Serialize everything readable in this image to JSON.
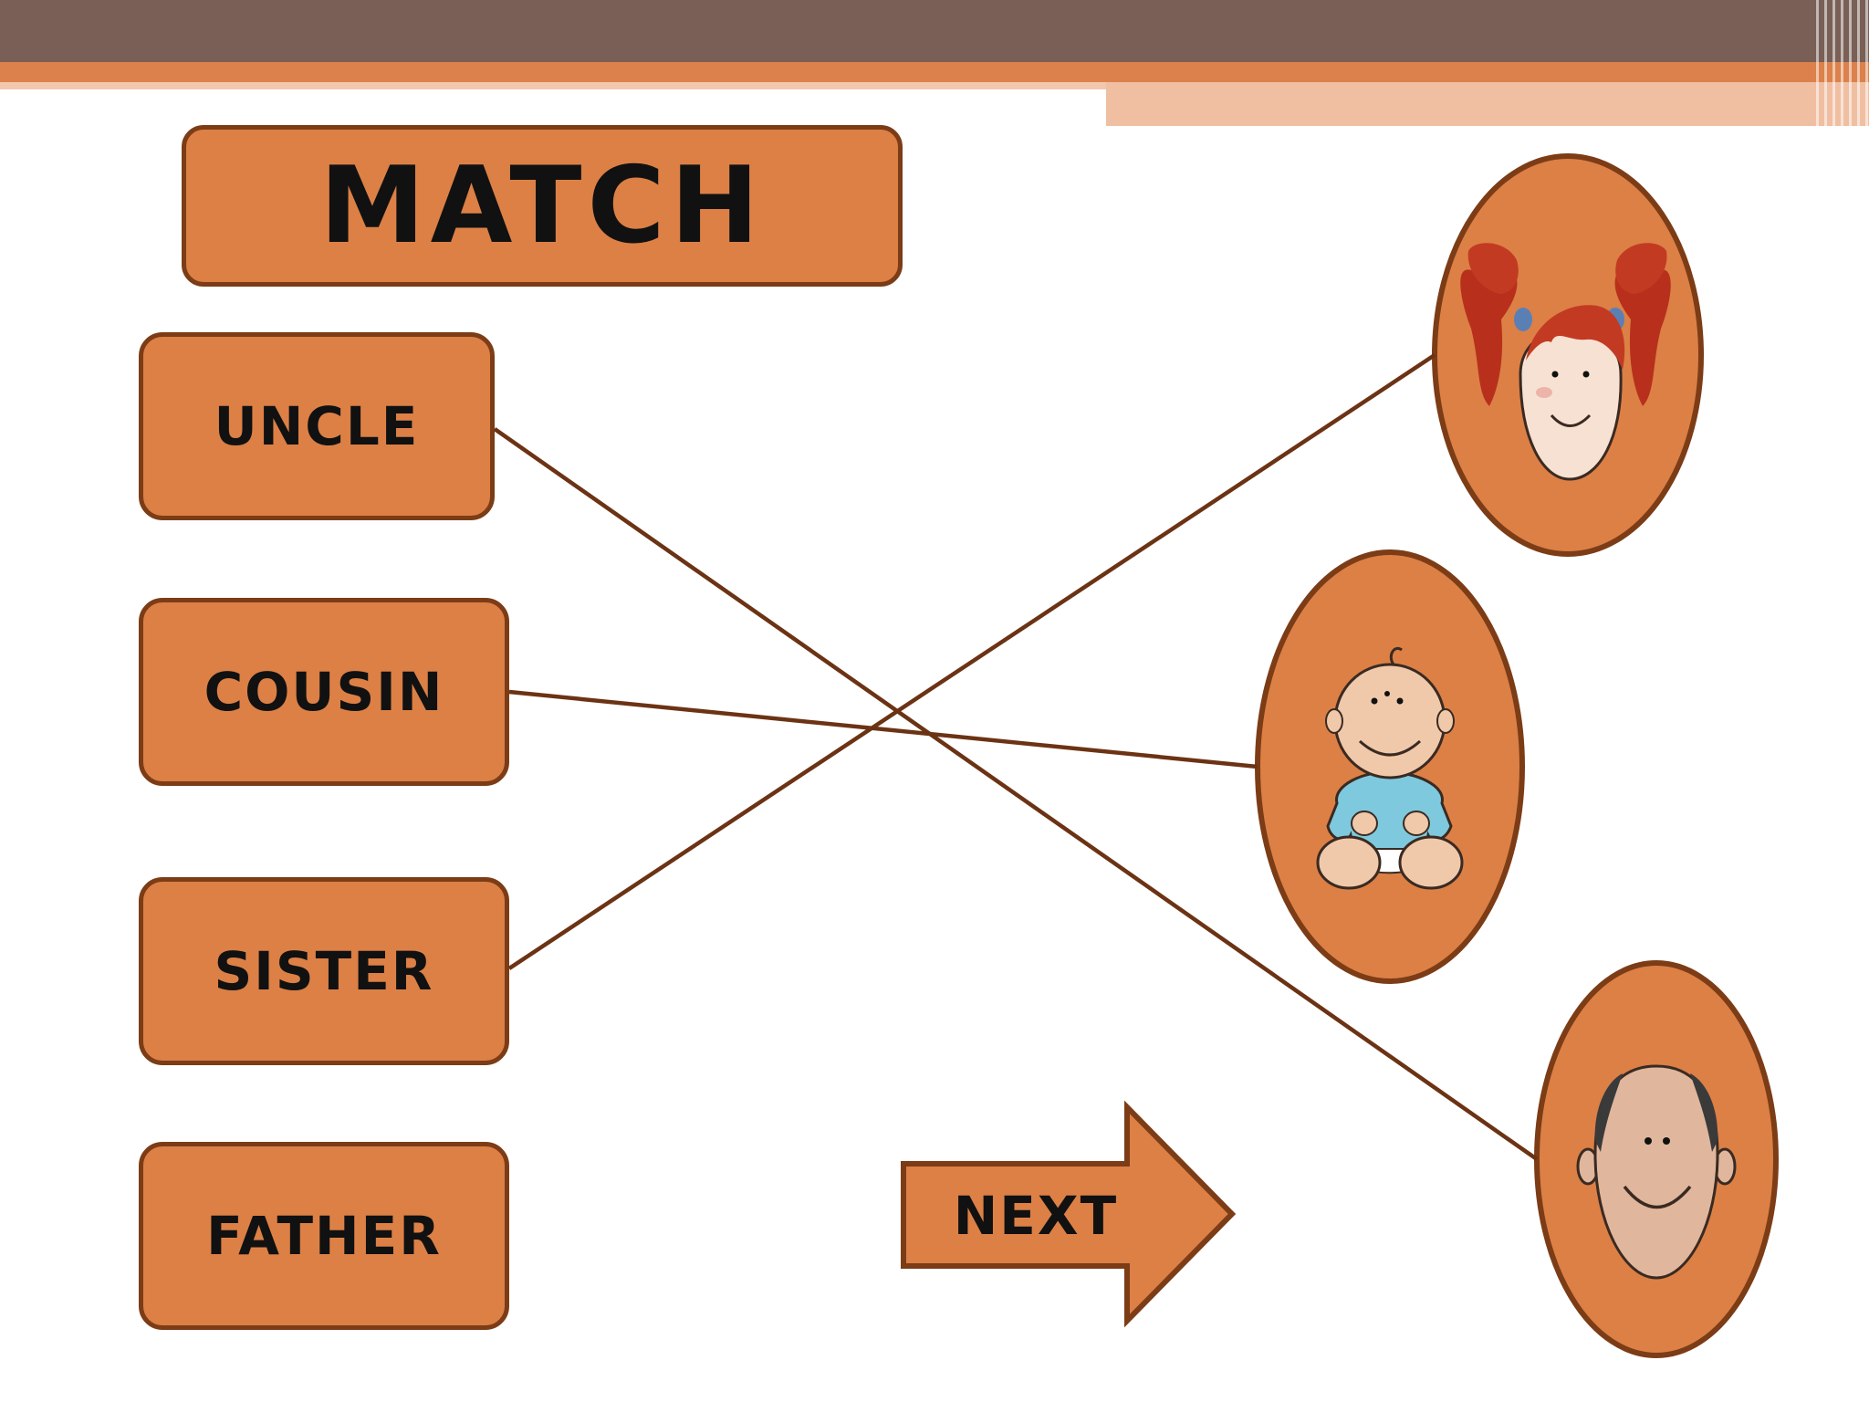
{
  "header": {
    "title": "MATCH"
  },
  "words": [
    {
      "label": "UNCLE"
    },
    {
      "label": "COUSIN"
    },
    {
      "label": "SISTER"
    },
    {
      "label": "FATHER"
    }
  ],
  "pictures": [
    {
      "icon": "girl-face-icon",
      "depicts": "girl with red pigtails"
    },
    {
      "icon": "baby-icon",
      "depicts": "baby sitting"
    },
    {
      "icon": "bald-man-face-icon",
      "depicts": "man"
    }
  ],
  "connections": [
    {
      "from": "UNCLE",
      "to": "bald-man-face-icon"
    },
    {
      "from": "COUSIN",
      "to": "baby-icon"
    },
    {
      "from": "SISTER",
      "to": "girl-face-icon"
    }
  ],
  "navigation": {
    "next_label": "NEXT",
    "icon": "arrow-right-icon"
  },
  "colors": {
    "header_bar": "#795f55",
    "header_stripe": "#dc814b",
    "box_fill": "#dc8046",
    "box_border": "#7c3c16",
    "line": "#6b3314"
  }
}
